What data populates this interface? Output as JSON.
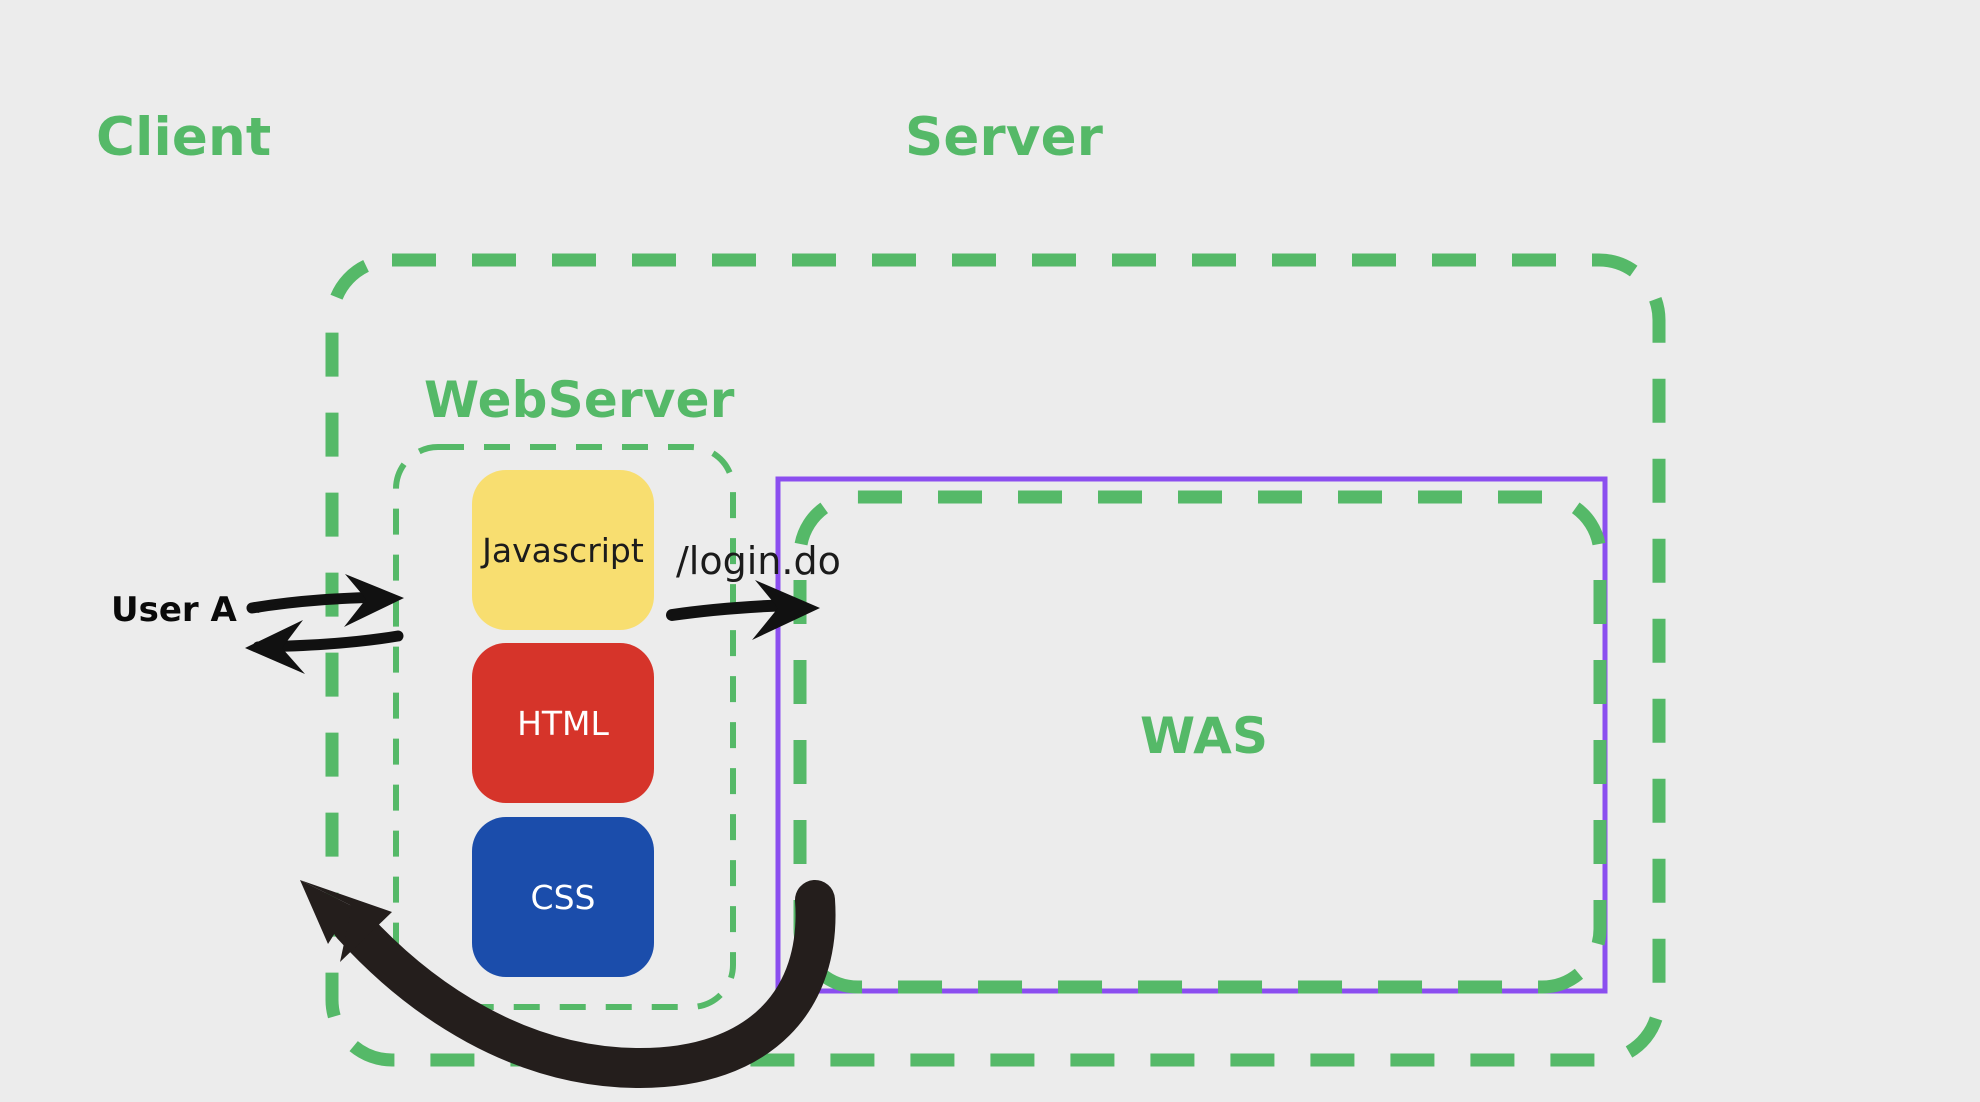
{
  "diagram": {
    "title_client": "Client",
    "title_server": "Server",
    "title_webserver": "WebServer",
    "title_was": "WAS",
    "user_label": "User A",
    "request_label": "/login.do",
    "tech_boxes": [
      {
        "label": "Javascript",
        "color": "#F8DE70",
        "text_color": "#1c1c1c"
      },
      {
        "label": "HTML",
        "color": "#D6342A",
        "text_color": "#ffffff"
      },
      {
        "label": "CSS",
        "color": "#1B4DAB",
        "text_color": "#ffffff"
      }
    ],
    "colors": {
      "background": "#ececec",
      "green": "#55B968",
      "purple": "#8B4EEF",
      "arrow_dark": "#241E1C",
      "arrow_black": "#111111"
    },
    "shapes": {
      "outer_server_boundary": "green-thick-dashed-rounded-rect",
      "webserver_boundary": "green-thin-dashed-rounded-rect",
      "was_boundary_green": "green-thick-dashed-rounded-rect",
      "was_boundary_purple": "purple-solid-rect"
    },
    "arrows": [
      {
        "name": "user-request-arrow",
        "direction": "right"
      },
      {
        "name": "user-response-arrow",
        "direction": "left"
      },
      {
        "name": "login-request-arrow",
        "direction": "right"
      },
      {
        "name": "was-response-curve-arrow",
        "direction": "curve-left-up"
      }
    ]
  }
}
